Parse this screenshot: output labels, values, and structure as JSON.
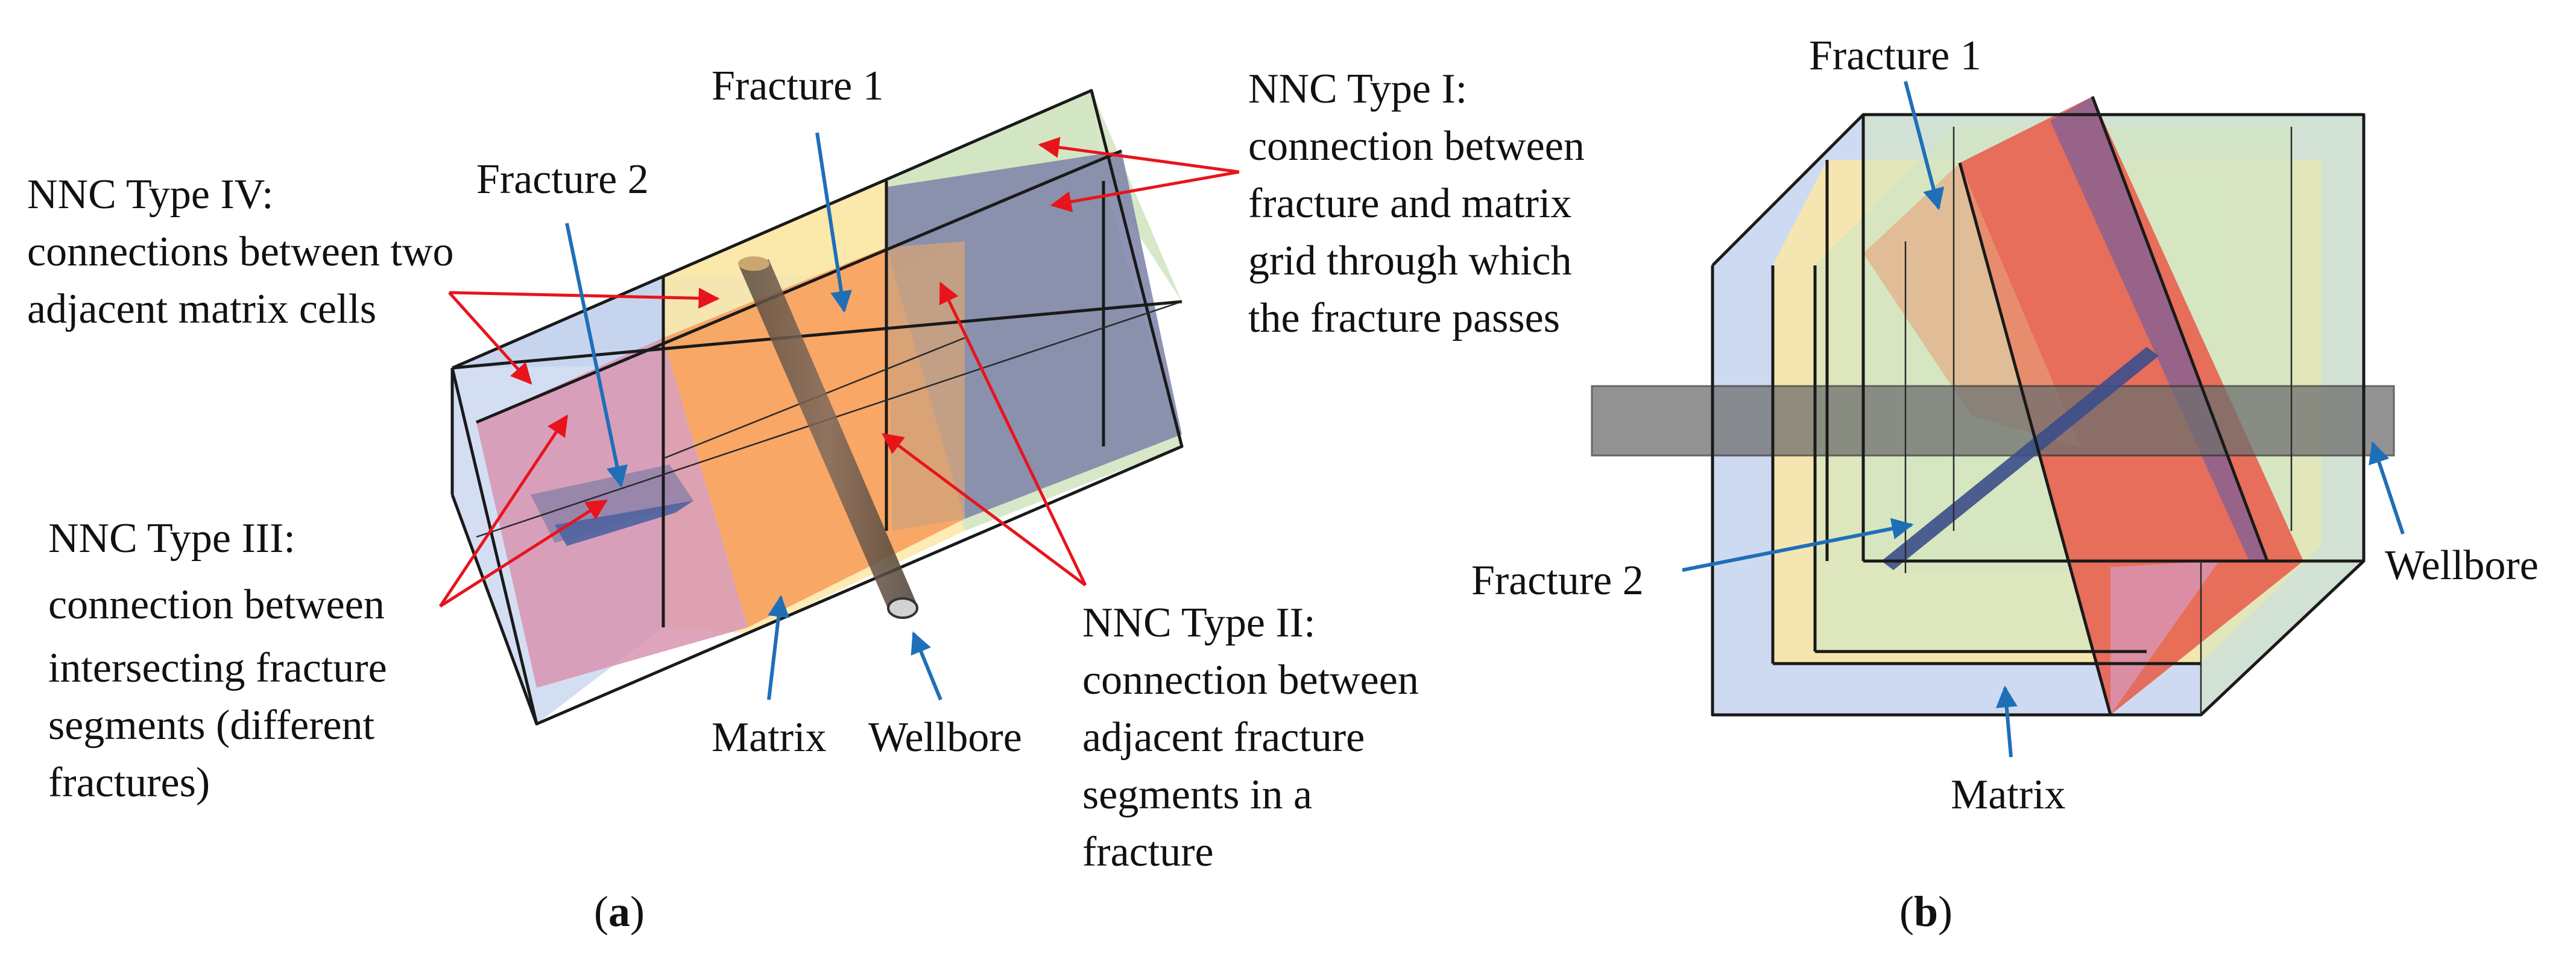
{
  "panel_a": {
    "caption_open": "(",
    "caption_letter": "a",
    "caption_close": ")",
    "labels": {
      "fracture1": "Fracture 1",
      "fracture2": "Fracture 2",
      "matrix": "Matrix",
      "wellbore": "Wellbore",
      "nnc1": [
        "NNC Type I:",
        "connection between",
        "fracture and matrix",
        "grid through which",
        "the fracture passes"
      ],
      "nnc2": [
        "NNC Type II:",
        "connection between",
        "adjacent fracture",
        "segments in a",
        "fracture"
      ],
      "nnc3": [
        "NNC Type III:",
        "connection between",
        "intersecting fracture",
        "segments (different",
        "fractures)"
      ],
      "nnc4": [
        "NNC Type IV:",
        "connections between two",
        "adjacent matrix cells"
      ]
    }
  },
  "panel_b": {
    "caption_open": "(",
    "caption_letter": "b",
    "caption_close": ")",
    "labels": {
      "fracture1": "Fracture 1",
      "fracture2": "Fracture 2",
      "matrix": "Matrix",
      "wellbore": "Wellbore"
    }
  },
  "colors": {
    "matrix_blue": "#c5d3ee",
    "matrix_yellow": "#fbe7a6",
    "matrix_green": "#d3e6c2",
    "fracture_red": "#e8604f",
    "fracture_orange": "#f7a05e",
    "fracture_pink": "#d894b0",
    "fracture_purple": "#8a6290",
    "fracture_navy": "#7b81a8",
    "wellbore_gray": "#888888",
    "arrow_red": "#e8141c",
    "arrow_blue": "#1f6fb8"
  }
}
